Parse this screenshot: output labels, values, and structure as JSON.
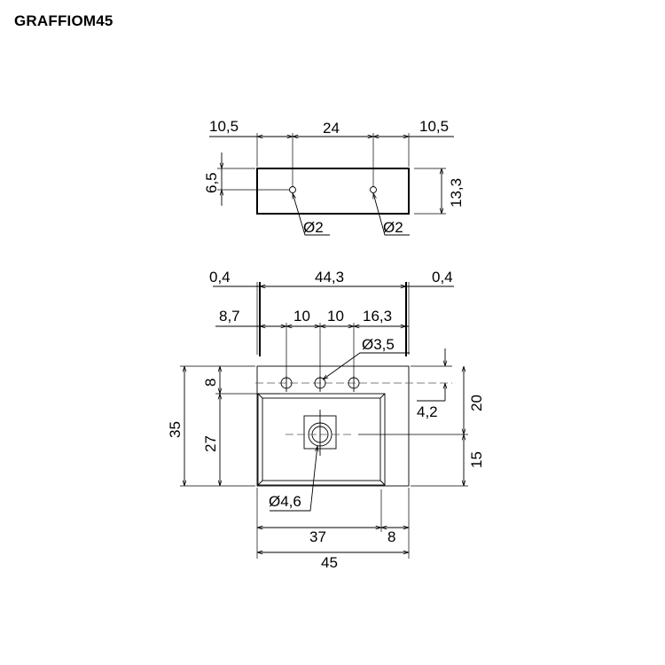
{
  "title": "GRAFFIOM45",
  "top_view": {
    "dim_left": "10,5",
    "dim_center": "24",
    "dim_right": "10,5",
    "dim_hole_offset": "6,5",
    "dim_height": "13,3",
    "hole_left_diameter": "Ø2",
    "hole_right_diameter": "Ø2"
  },
  "front_view": {
    "dim_rim_left": "0,4",
    "dim_inner_width": "44,3",
    "dim_rim_right": "0,4",
    "dim_tap_offset": "8,7",
    "dim_tap_spacing_1": "10",
    "dim_tap_spacing_2": "10",
    "dim_tap_right": "16,3",
    "tap_hole_diameter": "Ø3,5",
    "dim_tap_from_top": "8",
    "dim_basin_height": "27",
    "dim_total_depth": "35",
    "dim_tap_hole_depth": "4,2",
    "dim_right_upper": "20",
    "dim_right_lower": "15",
    "drain_diameter": "Ø4,6",
    "dim_drain_to_left": "37",
    "dim_drain_to_right": "8",
    "dim_total_width": "45"
  }
}
